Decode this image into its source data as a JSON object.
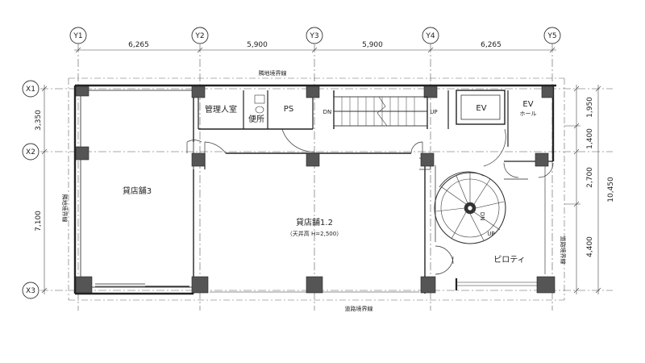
{
  "axes": {
    "y": [
      "Y1",
      "Y2",
      "Y3",
      "Y4",
      "Y5"
    ],
    "x": [
      "X1",
      "X2",
      "X3"
    ]
  },
  "dimensions": {
    "top": [
      "6,265",
      "5,900",
      "5,900",
      "6,265"
    ],
    "left": [
      "3,350",
      "7,100"
    ],
    "right": [
      "1,950",
      "1,400",
      "2,700",
      "4,400"
    ],
    "right_total": "10,450"
  },
  "boundaries": {
    "top": "隣地境界線",
    "left": "隣地境界線",
    "bottom": "道路境界線",
    "right": "道路境界線"
  },
  "rooms": {
    "shop3": "貸店舗3",
    "shop12": "貸店舗1.2",
    "shop12_note": "（天井高 H=2,500）",
    "manager": "管理人室",
    "toilet": "便所",
    "ps": "PS",
    "ev": "EV",
    "ev_hall_1": "EV",
    "ev_hall_2": "ホール",
    "piloti": "ピロティ"
  },
  "stairs": {
    "dn": "DN",
    "up": "UP",
    "spiral_up": "UP",
    "spiral_dn": "DN"
  }
}
